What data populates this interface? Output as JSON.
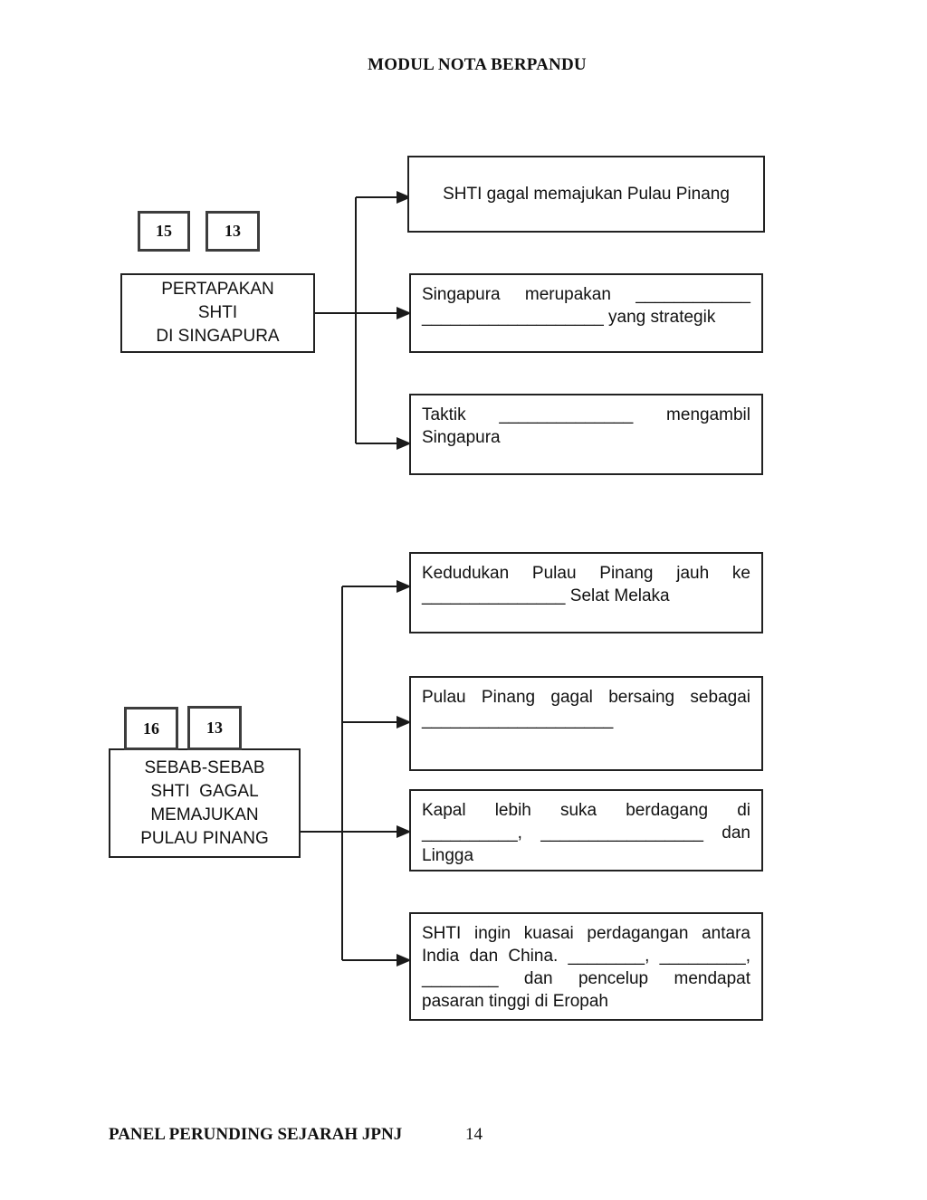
{
  "page": {
    "title": "MODUL NOTA BERPANDU",
    "footer_label": "PANEL PERUNDING SEJARAH JPNJ",
    "page_number": "14"
  },
  "diagram1": {
    "tags": [
      "15",
      "13"
    ],
    "root_lines": [
      "PERTAPAKAN",
      "SHTI",
      "DI SINGAPURA"
    ],
    "node1": {
      "line1": "SHTI gagal memajukan Pulau Pinang"
    },
    "node2": {
      "line1": "Singapura merupakan ____________",
      "line2": "___________________ yang strategik"
    },
    "node3": {
      "line1": "Taktik ______________ mengambil",
      "line2": "Singapura"
    }
  },
  "diagram2": {
    "tags": [
      "16",
      "13"
    ],
    "root_lines": [
      "SEBAB-SEBAB",
      "SHTI  GAGAL",
      "MEMAJUKAN",
      "PULAU PINANG"
    ],
    "node1": {
      "line1": "Kedudukan Pulau Pinang jauh ke",
      "line2": "_______________ Selat Melaka"
    },
    "node2": {
      "line1": "Pulau Pinang gagal bersaing sebagai",
      "line2": "____________________"
    },
    "node3": {
      "line1": "Kapal lebih suka berdagang di",
      "line2": "__________, _________________ dan",
      "line3": "Lingga"
    },
    "node4": {
      "line1": "SHTI ingin kuasai perdagangan antara",
      "line2": "India dan China. ________, _________,",
      "line3": "________ dan pencelup mendapat",
      "line4": "pasaran tinggi di Eropah"
    }
  }
}
